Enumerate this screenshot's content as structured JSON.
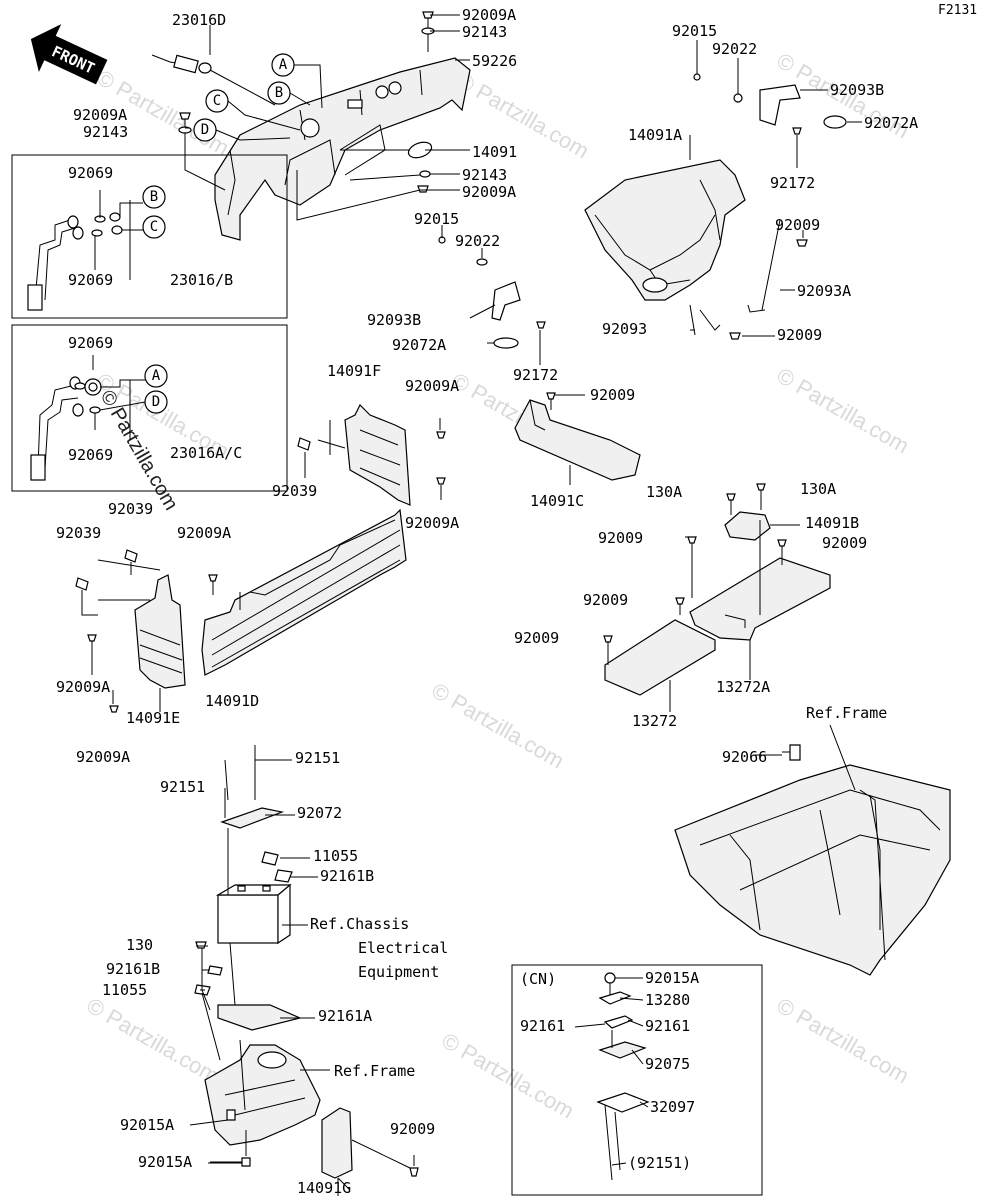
{
  "figure_code": "F2131",
  "front_label": "FRONT",
  "watermark": "© Partzilla.com",
  "callouts": [
    "A",
    "B",
    "C",
    "D"
  ],
  "labels": [
    {
      "id": "23016D",
      "text": "23016D"
    },
    {
      "id": "92009A_top",
      "text": "92009A"
    },
    {
      "id": "92143_top",
      "text": "92143"
    },
    {
      "id": "59226",
      "text": "59226"
    },
    {
      "id": "92009A_l",
      "text": "92009A"
    },
    {
      "id": "92143_l",
      "text": "92143"
    },
    {
      "id": "14091",
      "text": "14091"
    },
    {
      "id": "92143_m",
      "text": "92143"
    },
    {
      "id": "92009A_m",
      "text": "92009A"
    },
    {
      "id": "92069_1",
      "text": "92069"
    },
    {
      "id": "92069_2",
      "text": "92069"
    },
    {
      "id": "23016B",
      "text": "23016/B"
    },
    {
      "id": "92069_3",
      "text": "92069"
    },
    {
      "id": "92069_4",
      "text": "92069"
    },
    {
      "id": "23016AC",
      "text": "23016A/C"
    },
    {
      "id": "92015_tr",
      "text": "92015"
    },
    {
      "id": "92022_tr",
      "text": "92022"
    },
    {
      "id": "92093B_tr",
      "text": "92093B"
    },
    {
      "id": "92072A_tr",
      "text": "92072A"
    },
    {
      "id": "14091A",
      "text": "14091A"
    },
    {
      "id": "92172_tr",
      "text": "92172"
    },
    {
      "id": "92009_tr1",
      "text": "92009"
    },
    {
      "id": "92093A",
      "text": "92093A"
    },
    {
      "id": "92093",
      "text": "92093"
    },
    {
      "id": "92009_tr2",
      "text": "92009"
    },
    {
      "id": "92015_m",
      "text": "92015"
    },
    {
      "id": "92022_m",
      "text": "92022"
    },
    {
      "id": "92093B_m",
      "text": "92093B"
    },
    {
      "id": "92072A_m",
      "text": "92072A"
    },
    {
      "id": "92172_m",
      "text": "92172"
    },
    {
      "id": "92009_c",
      "text": "92009"
    },
    {
      "id": "14091C",
      "text": "14091C"
    },
    {
      "id": "14091F",
      "text": "14091F"
    },
    {
      "id": "92009A_f1",
      "text": "92009A"
    },
    {
      "id": "92039_f",
      "text": "92039"
    },
    {
      "id": "92009A_f2",
      "text": "92009A"
    },
    {
      "id": "92039_a",
      "text": "92039"
    },
    {
      "id": "92039_b",
      "text": "92039"
    },
    {
      "id": "92009A_d",
      "text": "92009A"
    },
    {
      "id": "92009A_e1",
      "text": "92009A"
    },
    {
      "id": "14091D",
      "text": "14091D"
    },
    {
      "id": "14091E",
      "text": "14091E"
    },
    {
      "id": "92009A_e2",
      "text": "92009A"
    },
    {
      "id": "130A_l",
      "text": "130A"
    },
    {
      "id": "130A_r",
      "text": "130A"
    },
    {
      "id": "14091B",
      "text": "14091B"
    },
    {
      "id": "92009_b1",
      "text": "92009"
    },
    {
      "id": "92009_b2",
      "text": "92009"
    },
    {
      "id": "92009_b3",
      "text": "92009"
    },
    {
      "id": "92009_b4",
      "text": "92009"
    },
    {
      "id": "13272A",
      "text": "13272A"
    },
    {
      "id": "13272",
      "text": "13272"
    },
    {
      "id": "ref_frame_r",
      "text": "Ref.Frame"
    },
    {
      "id": "92066",
      "text": "92066"
    },
    {
      "id": "92151_a",
      "text": "92151"
    },
    {
      "id": "92151_b",
      "text": "92151"
    },
    {
      "id": "92072",
      "text": "92072"
    },
    {
      "id": "11055_a",
      "text": "11055"
    },
    {
      "id": "92161B_a",
      "text": "92161B"
    },
    {
      "id": "ref_chassis_1",
      "text": "Ref.Chassis"
    },
    {
      "id": "ref_chassis_2",
      "text": "Electrical"
    },
    {
      "id": "ref_chassis_3",
      "text": "Equipment"
    },
    {
      "id": "130",
      "text": "130"
    },
    {
      "id": "92161B_b",
      "text": "92161B"
    },
    {
      "id": "11055_b",
      "text": "11055"
    },
    {
      "id": "92161A",
      "text": "92161A"
    },
    {
      "id": "ref_frame_l",
      "text": "Ref.Frame"
    },
    {
      "id": "92015A_a",
      "text": "92015A"
    },
    {
      "id": "92009_g",
      "text": "92009"
    },
    {
      "id": "92015A_b",
      "text": "92015A"
    },
    {
      "id": "14091G",
      "text": "14091G"
    }
  ],
  "cn_box": {
    "title": "(CN)",
    "labels": [
      {
        "id": "cn_92015A",
        "text": "92015A"
      },
      {
        "id": "cn_13280",
        "text": "13280"
      },
      {
        "id": "cn_92161_l",
        "text": "92161"
      },
      {
        "id": "cn_92161_r",
        "text": "92161"
      },
      {
        "id": "cn_92075",
        "text": "92075"
      },
      {
        "id": "cn_32097",
        "text": "32097"
      },
      {
        "id": "cn_92151",
        "text": "(92151)"
      }
    ]
  }
}
